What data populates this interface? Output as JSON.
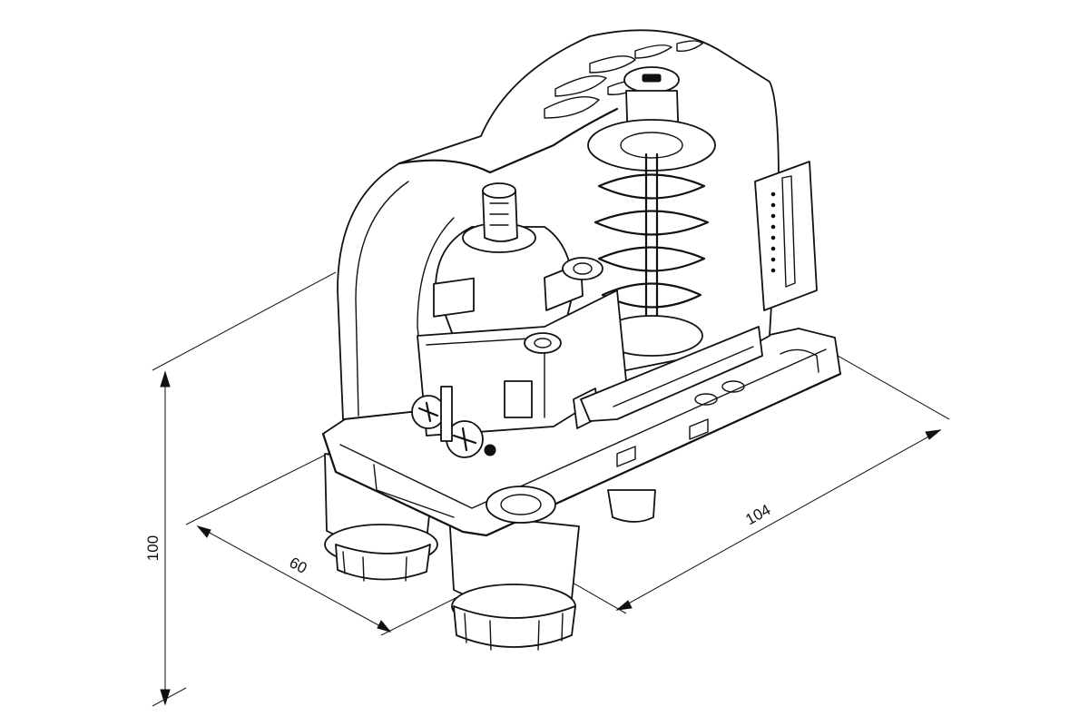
{
  "dimensions": {
    "height": "100",
    "depth": "60",
    "width": "104"
  },
  "colors": {
    "line": "#111111",
    "background": "#ffffff"
  }
}
